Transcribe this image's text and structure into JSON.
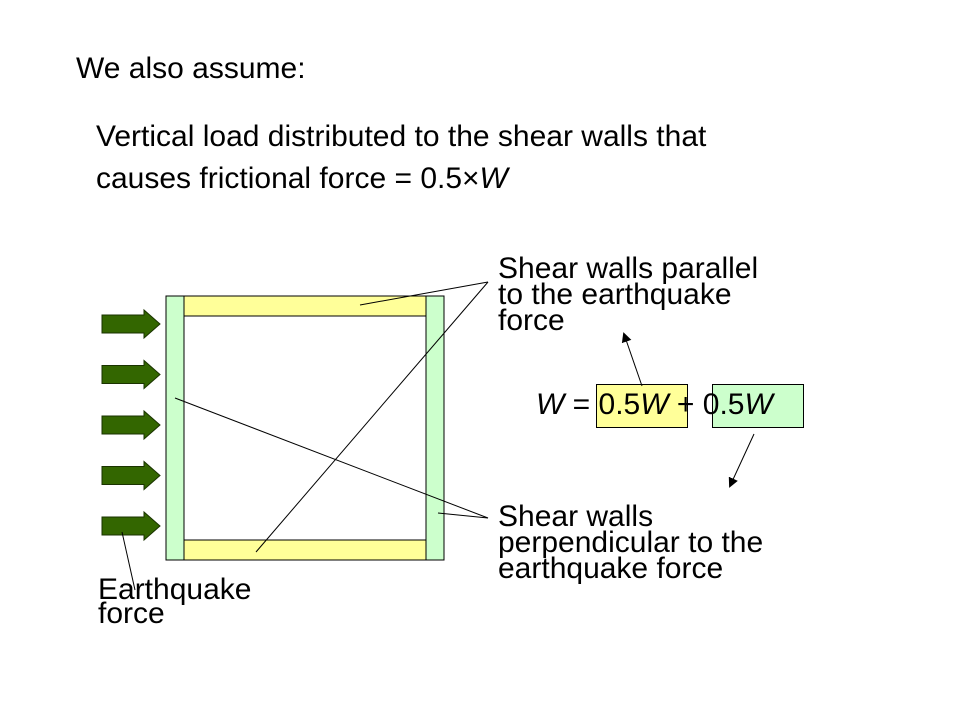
{
  "heading": "We also assume:",
  "assumption": {
    "line1": "Vertical load distributed to the shear walls that",
    "line2_prefix": "causes frictional force = 0.5×",
    "line2_var": "W"
  },
  "labels": {
    "parallel": [
      "Shear walls parallel",
      "to the earthquake",
      "force"
    ],
    "perpendicular": [
      "Shear walls",
      "perpendicular to the",
      "earthquake force"
    ],
    "earthquake": [
      "Earthquake",
      "force"
    ]
  },
  "equation": {
    "lhs": "W",
    "equals": " = ",
    "term1_coef": "0.5",
    "term1_var": "W",
    "plus": " + ",
    "term2_coef": "0.5",
    "term2_var": "W"
  },
  "colors": {
    "parallel_wall": "#ffff99",
    "perpendicular_wall": "#ccffcc",
    "arrow_fill": "#336600",
    "arrow_stroke": "#1a3300"
  },
  "arrow_count": 5
}
